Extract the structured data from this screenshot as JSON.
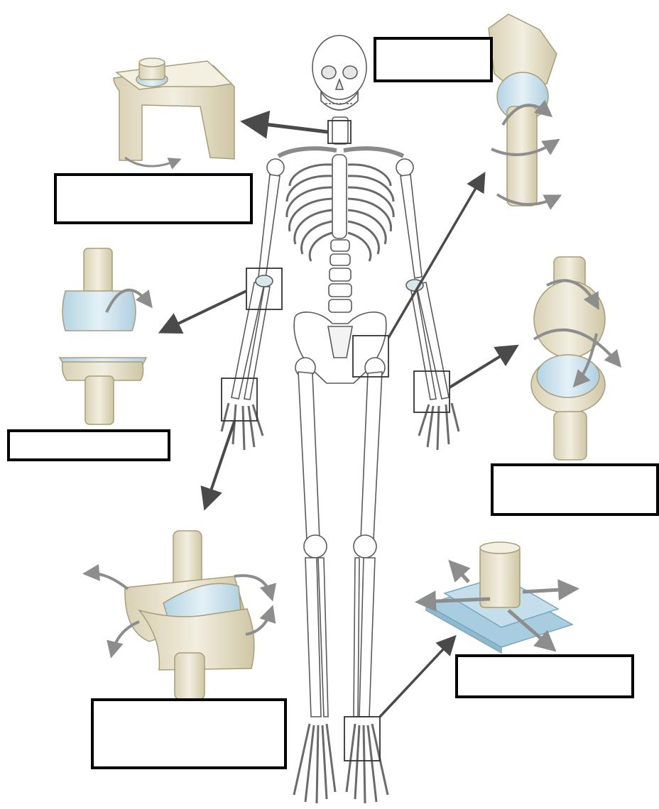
{
  "diagram": {
    "label_boxes": [
      {
        "id": "pivot",
        "text": ""
      },
      {
        "id": "ball-and-socket",
        "text": ""
      },
      {
        "id": "hinge",
        "text": ""
      },
      {
        "id": "condyloid",
        "text": ""
      },
      {
        "id": "saddle",
        "text": ""
      },
      {
        "id": "plane",
        "text": ""
      }
    ],
    "icons": [
      "pivot-joint-icon",
      "ball-and-socket-joint-icon",
      "hinge-joint-icon",
      "condyloid-joint-icon",
      "saddle-joint-icon",
      "plane-joint-icon",
      "skeleton-icon"
    ],
    "colors": {
      "bone": "#ece7d6",
      "bone_shade": "#d2caa8",
      "cartilage": "#c9e1ec",
      "plate": "#a9cde0",
      "arrow": "#4a4a4a",
      "motion_arrow": "#8d8d8d",
      "outline": "#000000"
    }
  }
}
